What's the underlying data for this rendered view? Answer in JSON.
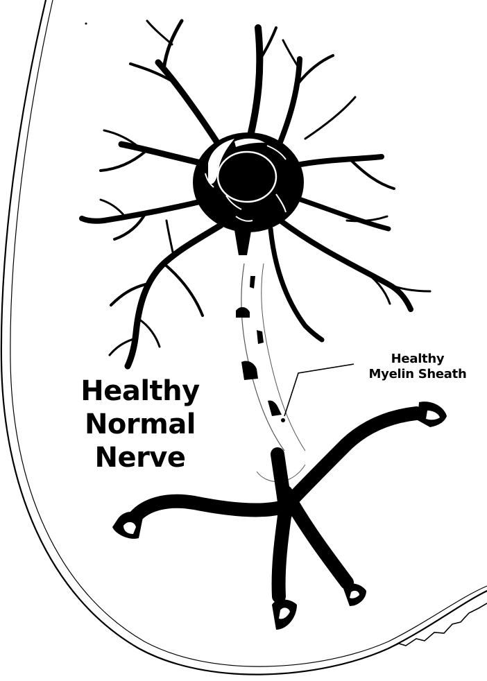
{
  "diagram": {
    "main_label": {
      "line1": "Healthy",
      "line2": "Normal",
      "line3": "Nerve"
    },
    "callout": {
      "line1": "Healthy",
      "line2": "Myelin Sheath"
    },
    "ink_color": "#000000",
    "background_color": "#ffffff"
  }
}
